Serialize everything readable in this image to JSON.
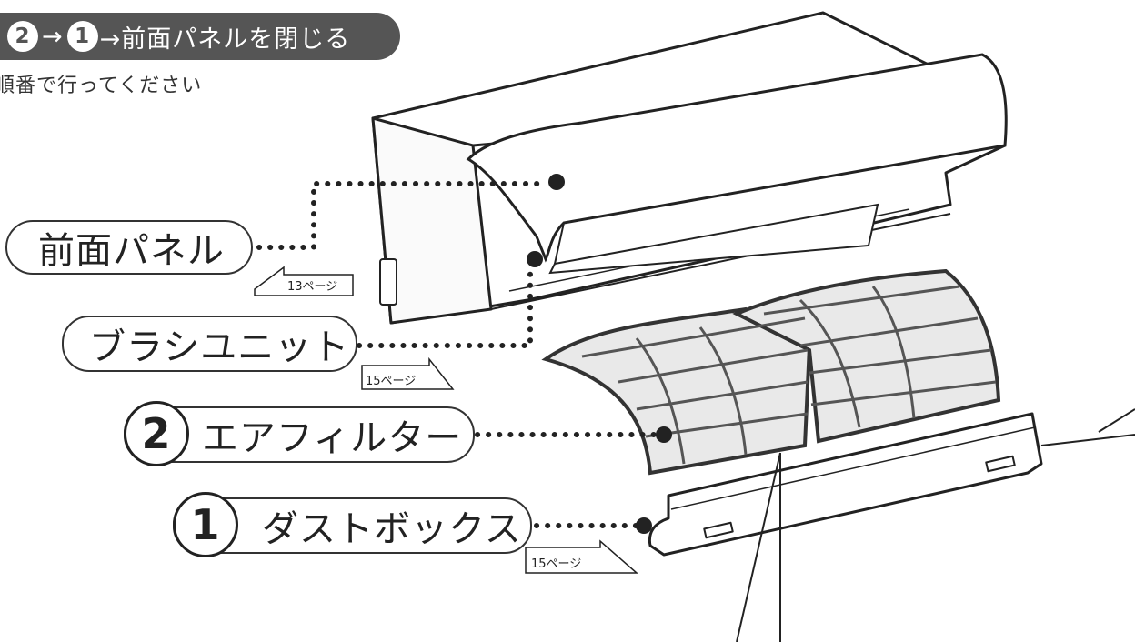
{
  "header": {
    "step2": "2",
    "arrow1": "→",
    "step1": "1",
    "tail": "→前面パネルを閉じる"
  },
  "instruction": "順番で行ってください",
  "labels": {
    "front_panel": "前面パネル",
    "brush_unit": "ブラシユニット",
    "air_filter_num": "2",
    "air_filter": "エアフィルター",
    "dust_box_num": "1",
    "dust_box": "ダストボックス"
  },
  "page_refs": {
    "front_panel": "13ページ",
    "brush_unit": "15ページ",
    "dust_box": "15ページ"
  }
}
